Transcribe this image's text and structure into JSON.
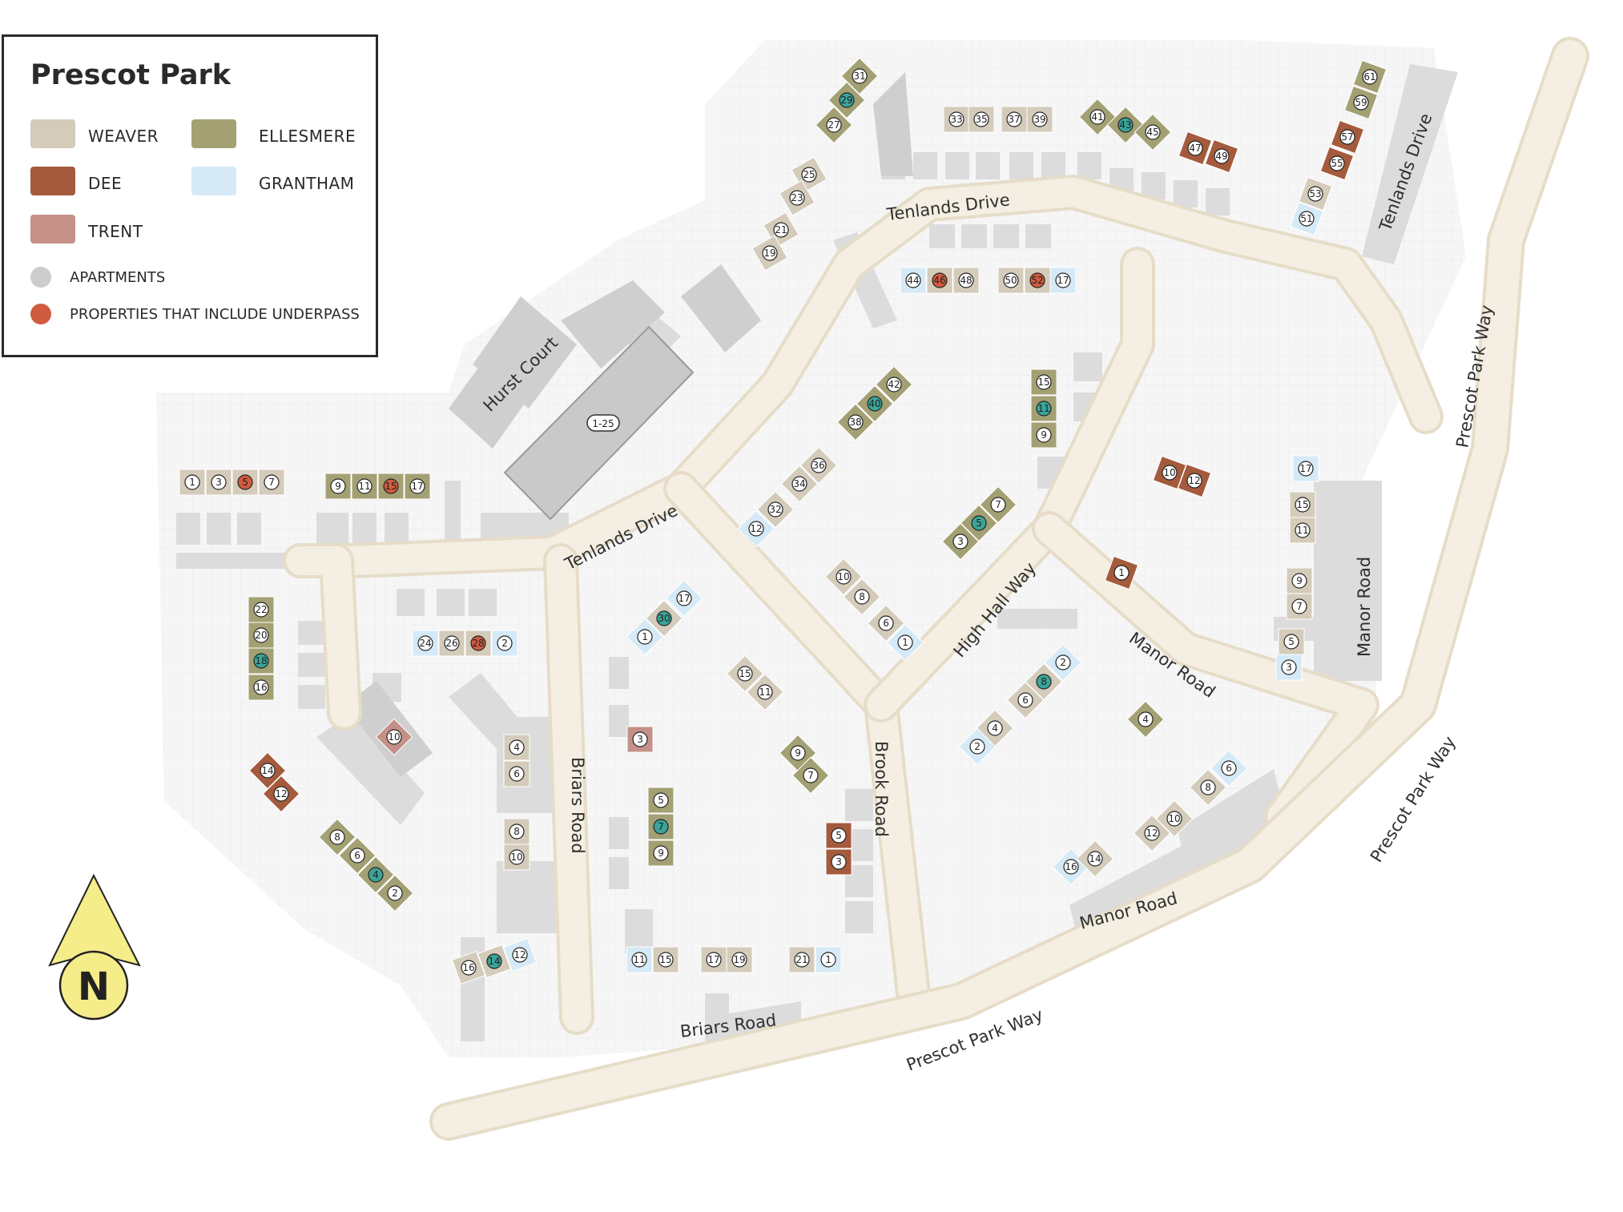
{
  "legend": {
    "title": "Prescot Park",
    "house_types": [
      {
        "label": "WEAVER",
        "color": "#d4cbbb"
      },
      {
        "label": "ELLESMERE",
        "color": "#a3a174"
      },
      {
        "label": "DEE",
        "color": "#a45a3d"
      },
      {
        "label": "GRANTHAM",
        "color": "#d5eaf6"
      },
      {
        "label": "TRENT",
        "color": "#c49088"
      }
    ],
    "markers": [
      {
        "label": "APARTMENTS",
        "color": "#cccccc"
      },
      {
        "label": "PROPERTIES THAT INCLUDE UNDERPASS",
        "color": "#d05b3f"
      }
    ]
  },
  "roads": {
    "tenlands_drive": "Tenlands Drive",
    "hurst_court": "Hurst Court",
    "briars_road": "Briars Road",
    "brook_road": "Brook Road",
    "high_hall_way": "High Hall Way",
    "manor_road": "Manor Road",
    "prescot_park_way": "Prescot Park Way"
  },
  "apartment_block": "1-25",
  "compass": {
    "label": "N"
  },
  "plots": [
    {
      "n": "31",
      "t": "ellesmere"
    },
    {
      "n": "29",
      "t": "ellesmere",
      "teal": true
    },
    {
      "n": "27",
      "t": "ellesmere"
    },
    {
      "n": "33",
      "t": "weaver"
    },
    {
      "n": "35",
      "t": "weaver"
    },
    {
      "n": "37",
      "t": "weaver"
    },
    {
      "n": "39",
      "t": "weaver"
    },
    {
      "n": "41",
      "t": "ellesmere"
    },
    {
      "n": "43",
      "t": "ellesmere",
      "teal": true
    },
    {
      "n": "45",
      "t": "ellesmere"
    },
    {
      "n": "47",
      "t": "dee"
    },
    {
      "n": "49",
      "t": "dee"
    },
    {
      "n": "61",
      "t": "ellesmere"
    },
    {
      "n": "59",
      "t": "ellesmere"
    },
    {
      "n": "57",
      "t": "dee"
    },
    {
      "n": "55",
      "t": "dee"
    },
    {
      "n": "53",
      "t": "weaver"
    },
    {
      "n": "51",
      "t": "grantham"
    },
    {
      "n": "25",
      "t": "weaver"
    },
    {
      "n": "23",
      "t": "weaver"
    },
    {
      "n": "21",
      "t": "weaver"
    },
    {
      "n": "19",
      "t": "weaver"
    },
    {
      "n": "44",
      "t": "grantham"
    },
    {
      "n": "46",
      "t": "weaver",
      "underpass": true
    },
    {
      "n": "48",
      "t": "weaver"
    },
    {
      "n": "50",
      "t": "weaver"
    },
    {
      "n": "52",
      "t": "weaver",
      "underpass": true
    },
    {
      "n": "17",
      "t": "grantham"
    },
    {
      "n": "42",
      "t": "ellesmere"
    },
    {
      "n": "40",
      "t": "ellesmere",
      "teal": true
    },
    {
      "n": "38",
      "t": "ellesmere"
    },
    {
      "n": "15",
      "t": "ellesmere"
    },
    {
      "n": "11",
      "t": "ellesmere",
      "teal": true
    },
    {
      "n": "9",
      "t": "ellesmere"
    },
    {
      "n": "1",
      "t": "weaver"
    },
    {
      "n": "3",
      "t": "weaver"
    },
    {
      "n": "5",
      "t": "weaver",
      "underpass": true
    },
    {
      "n": "7",
      "t": "weaver"
    },
    {
      "n": "9",
      "t": "ellesmere"
    },
    {
      "n": "11",
      "t": "ellesmere"
    },
    {
      "n": "15",
      "t": "ellesmere",
      "underpass": true
    },
    {
      "n": "17",
      "t": "ellesmere"
    },
    {
      "n": "36",
      "t": "weaver"
    },
    {
      "n": "34",
      "t": "weaver"
    },
    {
      "n": "32",
      "t": "weaver"
    },
    {
      "n": "12",
      "t": "grantham"
    },
    {
      "n": "7",
      "t": "ellesmere"
    },
    {
      "n": "5",
      "t": "ellesmere",
      "teal": true
    },
    {
      "n": "3",
      "t": "ellesmere"
    },
    {
      "n": "10",
      "t": "dee"
    },
    {
      "n": "12",
      "t": "dee"
    },
    {
      "n": "17",
      "t": "grantham"
    },
    {
      "n": "15",
      "t": "weaver"
    },
    {
      "n": "11",
      "t": "weaver"
    },
    {
      "n": "1",
      "t": "dee"
    },
    {
      "n": "10",
      "t": "weaver"
    },
    {
      "n": "8",
      "t": "weaver"
    },
    {
      "n": "6",
      "t": "weaver"
    },
    {
      "n": "1",
      "t": "grantham"
    },
    {
      "n": "22",
      "t": "ellesmere"
    },
    {
      "n": "20",
      "t": "ellesmere"
    },
    {
      "n": "18",
      "t": "ellesmere",
      "teal": true
    },
    {
      "n": "16",
      "t": "ellesmere"
    },
    {
      "n": "24",
      "t": "grantham"
    },
    {
      "n": "26",
      "t": "weaver"
    },
    {
      "n": "28",
      "t": "weaver",
      "underpass": true
    },
    {
      "n": "2",
      "t": "grantham"
    },
    {
      "n": "17",
      "t": "grantham"
    },
    {
      "n": "30",
      "t": "weaver",
      "teal": true
    },
    {
      "n": "1",
      "t": "grantham"
    },
    {
      "n": "15",
      "t": "weaver"
    },
    {
      "n": "11",
      "t": "weaver"
    },
    {
      "n": "9",
      "t": "weaver"
    },
    {
      "n": "7",
      "t": "weaver"
    },
    {
      "n": "5",
      "t": "weaver"
    },
    {
      "n": "3",
      "t": "grantham"
    },
    {
      "n": "2",
      "t": "grantham"
    },
    {
      "n": "8",
      "t": "weaver",
      "teal": true
    },
    {
      "n": "6",
      "t": "weaver"
    },
    {
      "n": "4",
      "t": "weaver"
    },
    {
      "n": "2",
      "t": "grantham"
    },
    {
      "n": "10",
      "t": "trent"
    },
    {
      "n": "14",
      "t": "dee"
    },
    {
      "n": "12",
      "t": "dee"
    },
    {
      "n": "4",
      "t": "weaver"
    },
    {
      "n": "6",
      "t": "weaver"
    },
    {
      "n": "3",
      "t": "trent"
    },
    {
      "n": "9",
      "t": "ellesmere"
    },
    {
      "n": "7",
      "t": "ellesmere"
    },
    {
      "n": "4",
      "t": "ellesmere"
    },
    {
      "n": "6",
      "t": "grantham"
    },
    {
      "n": "8",
      "t": "weaver"
    },
    {
      "n": "8",
      "t": "weaver"
    },
    {
      "n": "10",
      "t": "weaver"
    },
    {
      "n": "5",
      "t": "ellesmere"
    },
    {
      "n": "7",
      "t": "ellesmere",
      "teal": true
    },
    {
      "n": "9",
      "t": "ellesmere"
    },
    {
      "n": "5",
      "t": "dee"
    },
    {
      "n": "3",
      "t": "dee"
    },
    {
      "n": "12",
      "t": "weaver"
    },
    {
      "n": "10",
      "t": "weaver"
    },
    {
      "n": "16",
      "t": "grantham"
    },
    {
      "n": "14",
      "t": "weaver"
    },
    {
      "n": "8",
      "t": "ellesmere"
    },
    {
      "n": "6",
      "t": "ellesmere"
    },
    {
      "n": "4",
      "t": "ellesmere",
      "teal": true
    },
    {
      "n": "2",
      "t": "ellesmere"
    },
    {
      "n": "16",
      "t": "weaver"
    },
    {
      "n": "14",
      "t": "weaver",
      "teal": true
    },
    {
      "n": "12",
      "t": "grantham"
    },
    {
      "n": "11",
      "t": "grantham"
    },
    {
      "n": "15",
      "t": "weaver"
    },
    {
      "n": "17",
      "t": "weaver"
    },
    {
      "n": "19",
      "t": "weaver"
    },
    {
      "n": "21",
      "t": "weaver"
    },
    {
      "n": "1",
      "t": "grantham"
    }
  ],
  "colors": {
    "weaver": "#d4cbbb",
    "ellesmere": "#a3a174",
    "dee": "#a45a3d",
    "grantham": "#d5eaf6",
    "trent": "#c49088",
    "apartment": "#cccccc",
    "underpass": "#d05b3f",
    "teal": "#3aa59a",
    "road": "#f4efe2",
    "road_edge": "#e6dcc8",
    "drive": "#dcdcdc",
    "compass": "#f5ec8a"
  }
}
